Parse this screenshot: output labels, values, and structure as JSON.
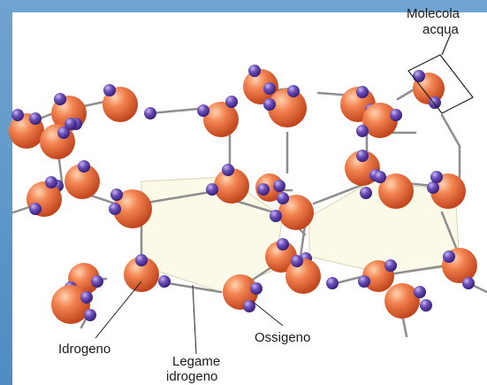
{
  "diagram": {
    "labels": {
      "water_molecule_line1": "Molecola",
      "water_molecule_line2": "acqua",
      "hydrogen": "Idrogeno",
      "oxygen": "Ossigeno",
      "hydrogen_bond_line1": "Legame",
      "hydrogen_bond_line2": "idrogeno"
    },
    "colors": {
      "oxygen": "#f07a45",
      "hydrogen": "#6a4bb0",
      "hexagon_fill": "#fbf9e8",
      "bond": "#8a8a8a",
      "background_left": "#5a95c8",
      "panel": "#ffffff"
    }
  }
}
